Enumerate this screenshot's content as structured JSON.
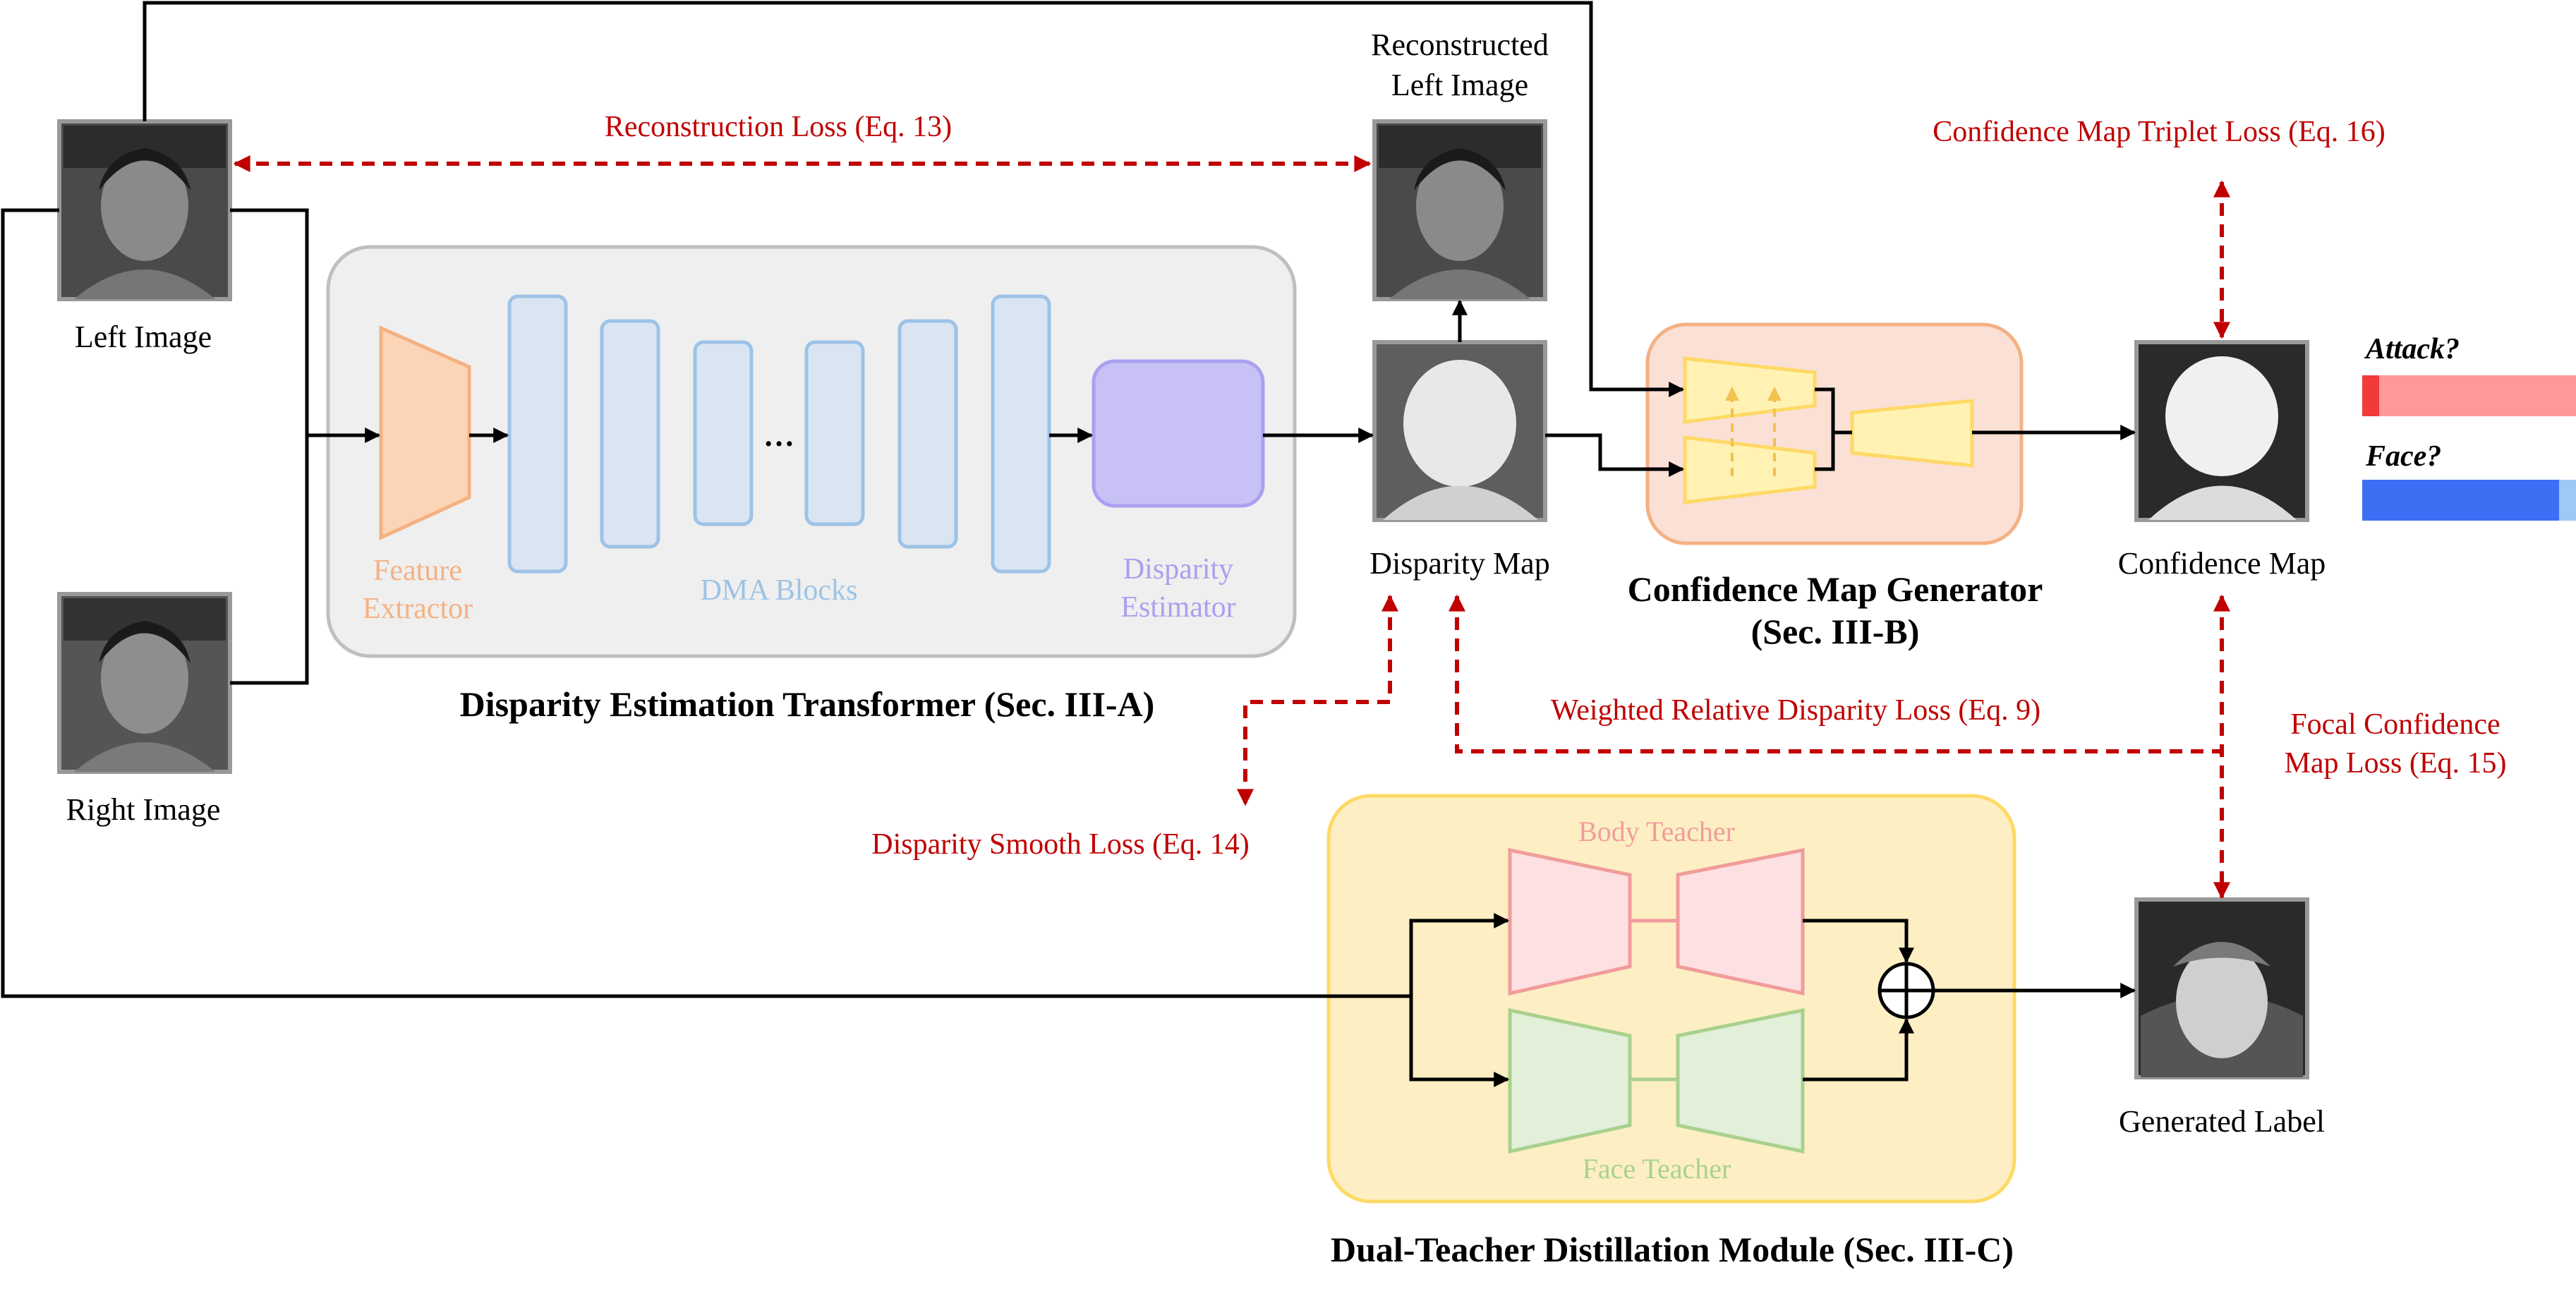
{
  "images": {
    "left": "Left Image",
    "right": "Right Image",
    "reconstructed_line1": "Reconstructed",
    "reconstructed_line2": "Left Image",
    "disparity": "Disparity Map",
    "confidence": "Confidence Map",
    "generated": "Generated Label"
  },
  "det": {
    "title": "Disparity Estimation Transformer (Sec. III-A)",
    "feature_line1": "Feature",
    "feature_line2": "Extractor",
    "dma": "DMA Blocks",
    "ellipsis": "…",
    "disp_line1": "Disparity",
    "disp_line2": "Estimator"
  },
  "cmg": {
    "title_line1": "Confidence Map Generator",
    "title_line2": "(Sec. III-B)"
  },
  "dtd": {
    "title": "Dual-Teacher Distillation Module (Sec. III-C)",
    "body_teacher": "Body Teacher",
    "face_teacher": "Face Teacher",
    "plus_symbol": "⊕"
  },
  "losses": {
    "reconstruction": "Reconstruction Loss (Eq. 13)",
    "triplet": "Confidence Map Triplet  Loss (Eq. 16)",
    "weighted": "Weighted Relative Disparity  Loss (Eq. 9)",
    "focal_line1": "Focal Confidence",
    "focal_line2": "Map  Loss (Eq. 15)",
    "smooth": "Disparity  Smooth Loss (Eq. 14)"
  },
  "outputs": {
    "attack_label": "Attack?",
    "face_label": "Face?",
    "attack_value": 0.08,
    "face_value": 0.92
  },
  "colors": {
    "loss_red": "#c00000",
    "feature_orange": "#f4b183",
    "dma_blue": "#9dc3e6",
    "estimator_purple": "#a9a0f0",
    "cmg_bg": "#fbe0d6",
    "dtd_bg": "#fdefc3",
    "attack_red": "#ff9999",
    "face_blue": "#3d6ff5"
  }
}
